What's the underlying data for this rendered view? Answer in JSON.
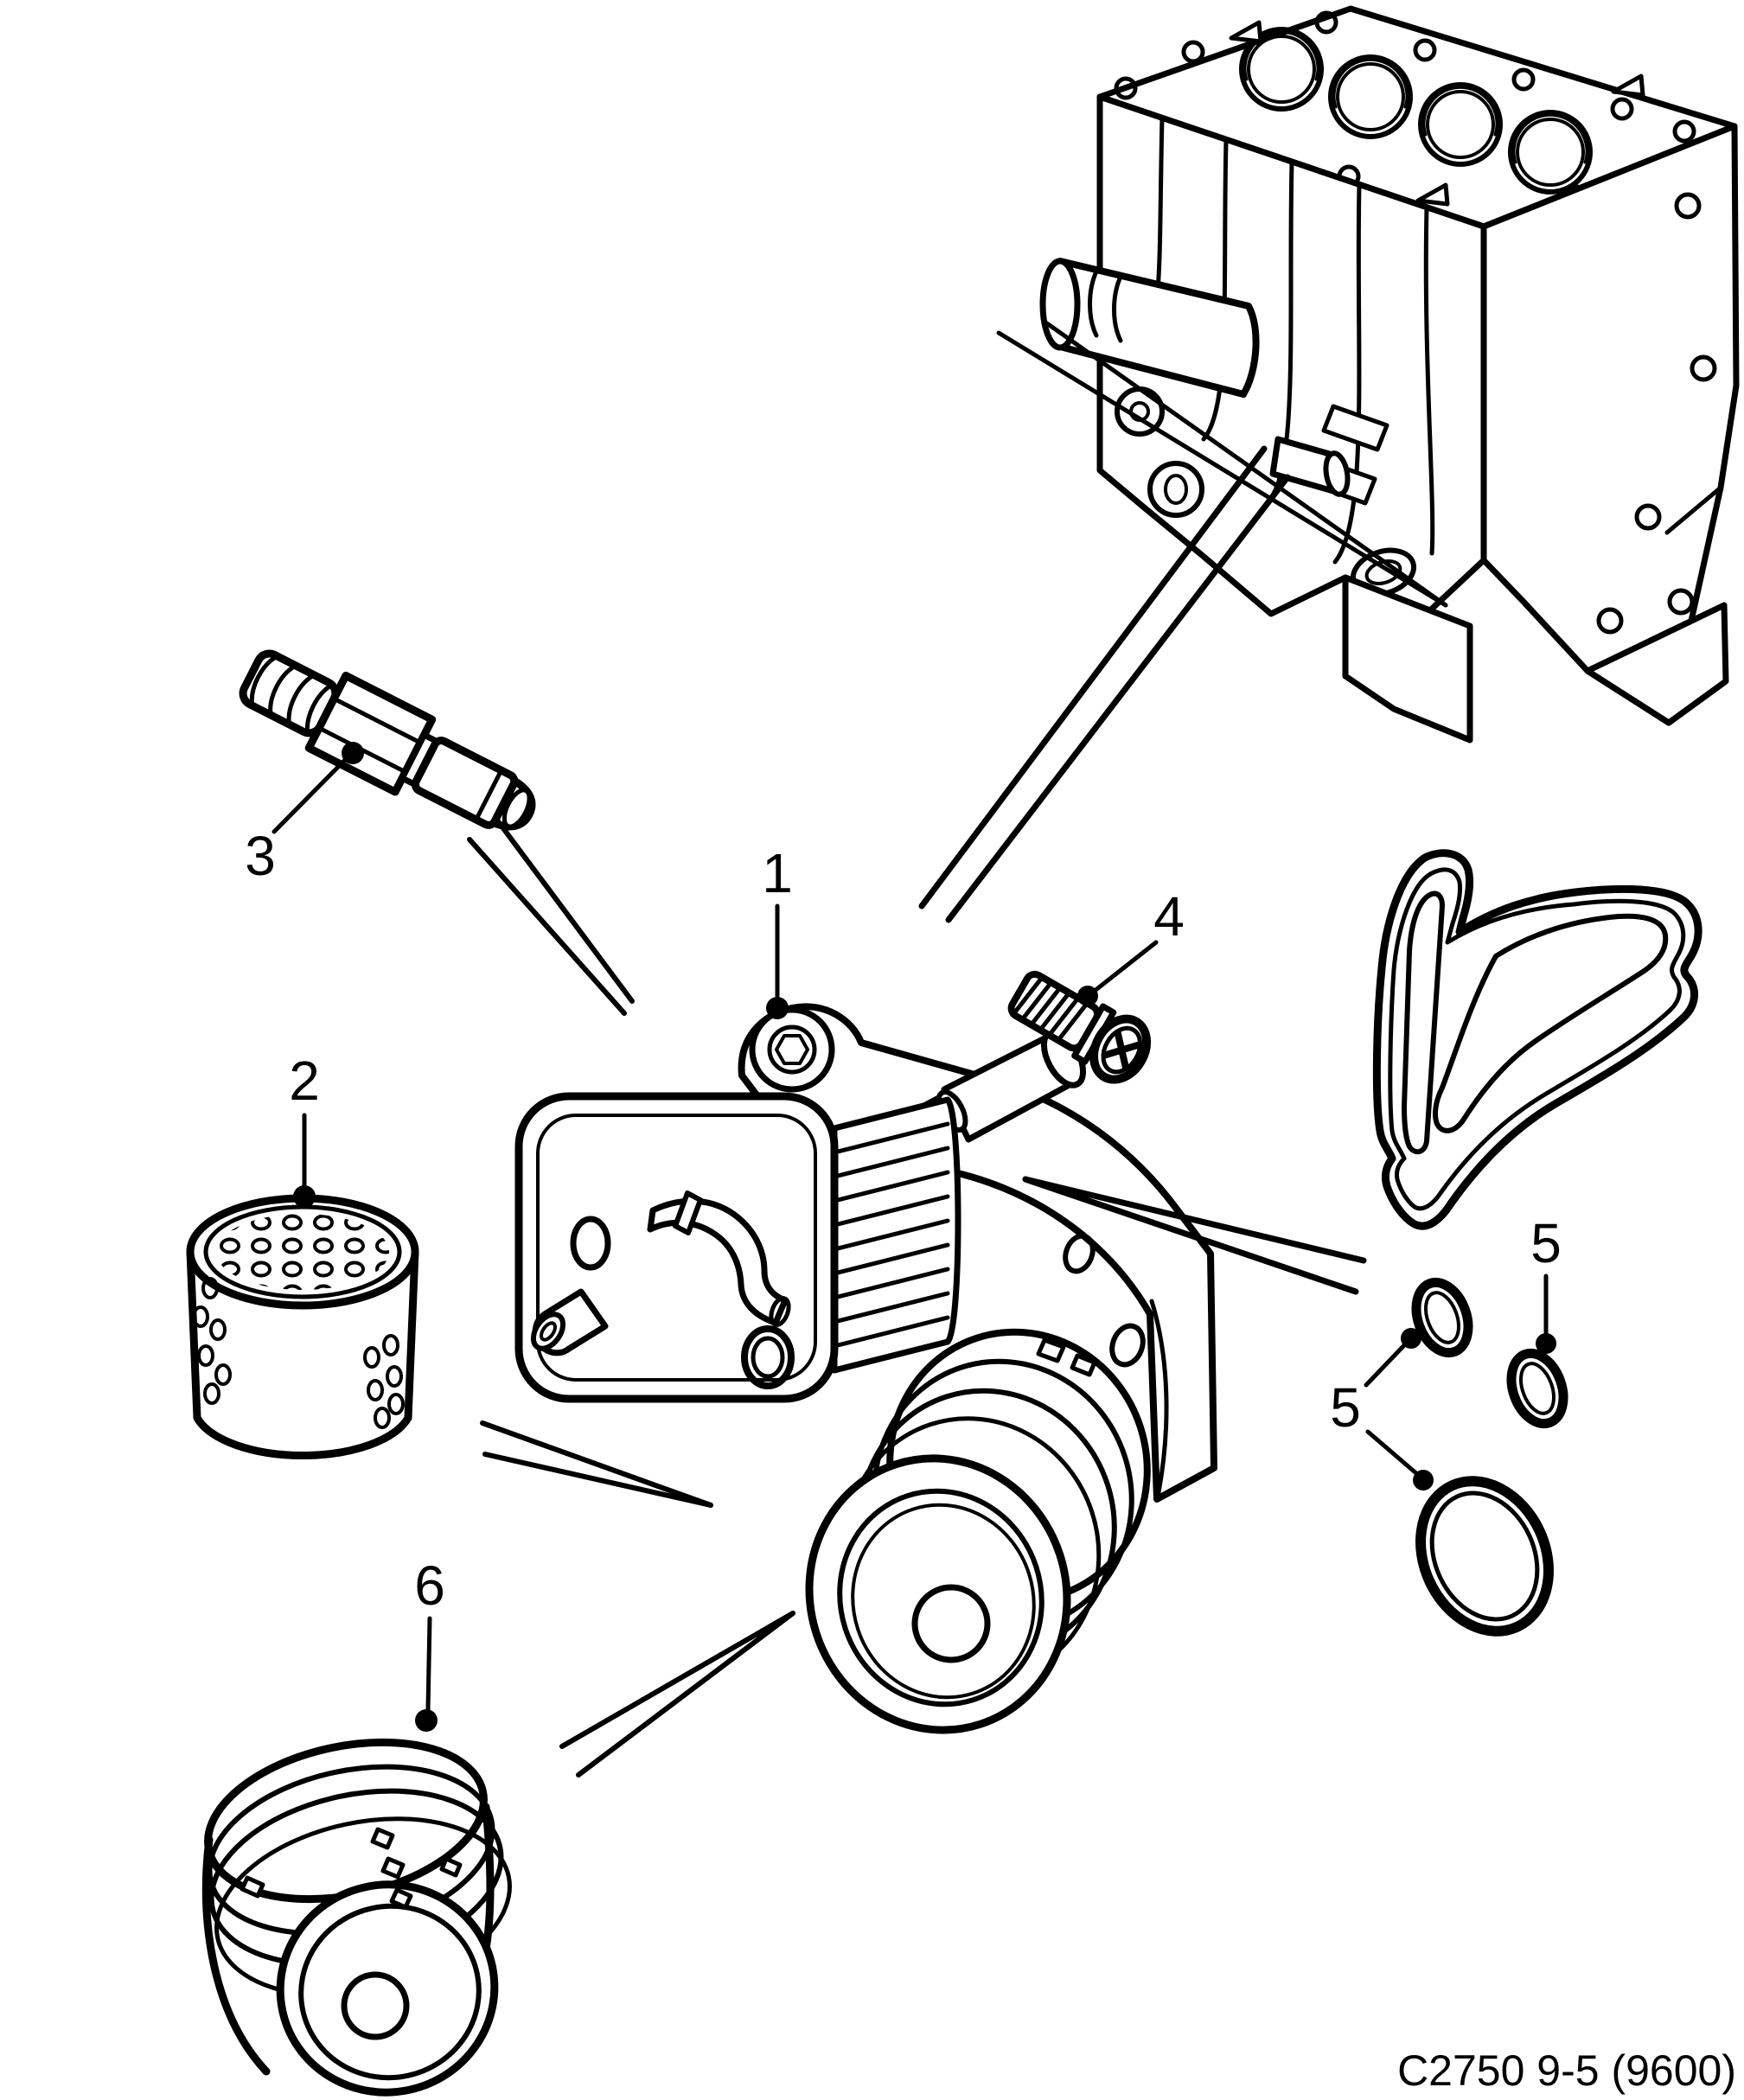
{
  "diagram": {
    "callouts": {
      "c1": "1",
      "c2": "2",
      "c3": "3",
      "c4": "4",
      "c5a": "5",
      "c5b": "5",
      "c6": "6"
    },
    "footer_code": "C2750 9-5 (9600)",
    "colors": {
      "line": "#000000",
      "background": "#ffffff"
    }
  }
}
